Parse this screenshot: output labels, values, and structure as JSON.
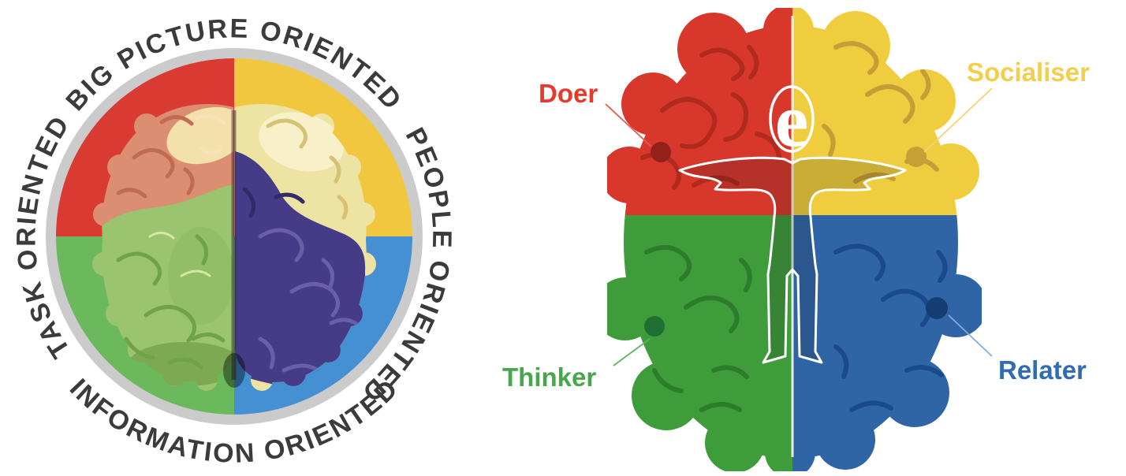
{
  "left_diagram": {
    "orientation_labels": {
      "top": "BIG PICTURE ORIENTED",
      "right": "PEOPLE ORIENTED",
      "bottom": "INFORMATION ORIENTED",
      "left": "TASK ORIENTED"
    },
    "label_color": "#3B3B3B",
    "ring_color": "#CBCBCB",
    "quadrant_colors": {
      "top_left": "#D93B32",
      "top_right": "#F1C73F",
      "bottom_left": "#6CB85C",
      "bottom_right": "#4590D2"
    }
  },
  "right_diagram": {
    "center_letter": "e",
    "quadrants": [
      {
        "label": "Doer",
        "position": "top-left",
        "fill": "#D8382C",
        "label_color": "#E8392C",
        "line_color": "#E8564C",
        "dot_color": "#92201B"
      },
      {
        "label": "Socialiser",
        "position": "top-right",
        "fill": "#EFCD3F",
        "label_color": "#F2CE4B",
        "line_color": "#F2D470",
        "dot_color": "#C79F36"
      },
      {
        "label": "Thinker",
        "position": "bottom-left",
        "fill": "#3F9C3B",
        "label_color": "#48A64B",
        "line_color": "#5FB45F",
        "dot_color": "#1F6F33"
      },
      {
        "label": "Relater",
        "position": "bottom-right",
        "fill": "#2F65A6",
        "label_color": "#2F6CB0",
        "line_color": "#85ABD6",
        "dot_color": "#143E72"
      }
    ]
  }
}
